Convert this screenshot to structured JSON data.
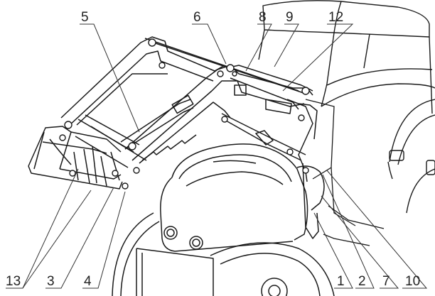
{
  "diagram": {
    "line_color": "#1a1a1a",
    "callouts": [
      {
        "id": "c5",
        "label": "5"
      },
      {
        "id": "c6",
        "label": "6"
      },
      {
        "id": "c8",
        "label": "8"
      },
      {
        "id": "c9",
        "label": "9"
      },
      {
        "id": "c12",
        "label": "12"
      },
      {
        "id": "c13",
        "label": "13"
      },
      {
        "id": "c3",
        "label": "3"
      },
      {
        "id": "c4",
        "label": "4"
      },
      {
        "id": "c1",
        "label": "1"
      },
      {
        "id": "c2",
        "label": "2"
      },
      {
        "id": "c7",
        "label": "7"
      },
      {
        "id": "c10",
        "label": "10"
      }
    ]
  }
}
